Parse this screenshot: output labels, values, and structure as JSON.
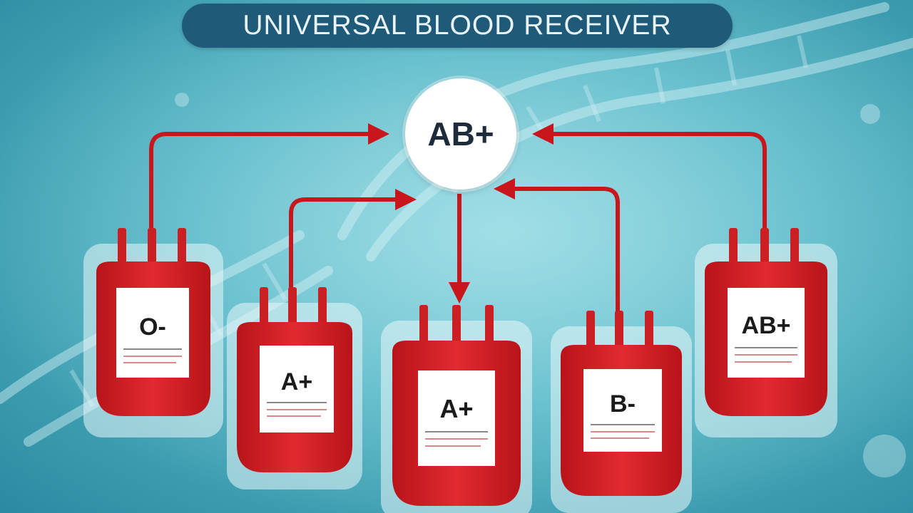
{
  "title": "UNIVERSAL BLOOD RECEIVER",
  "receiver": {
    "label": "AB+"
  },
  "bags": [
    {
      "id": "bag-o-negative",
      "label": "O-"
    },
    {
      "id": "bag-a-positive-left",
      "label": "A+"
    },
    {
      "id": "bag-a-positive-center",
      "label": "A+"
    },
    {
      "id": "bag-b-negative",
      "label": "B-"
    },
    {
      "id": "bag-ab-positive",
      "label": "AB+"
    }
  ],
  "colors": {
    "arrow": "#c8161c",
    "bag_fill": "#d32025",
    "title_bg": "#1f5a78"
  }
}
